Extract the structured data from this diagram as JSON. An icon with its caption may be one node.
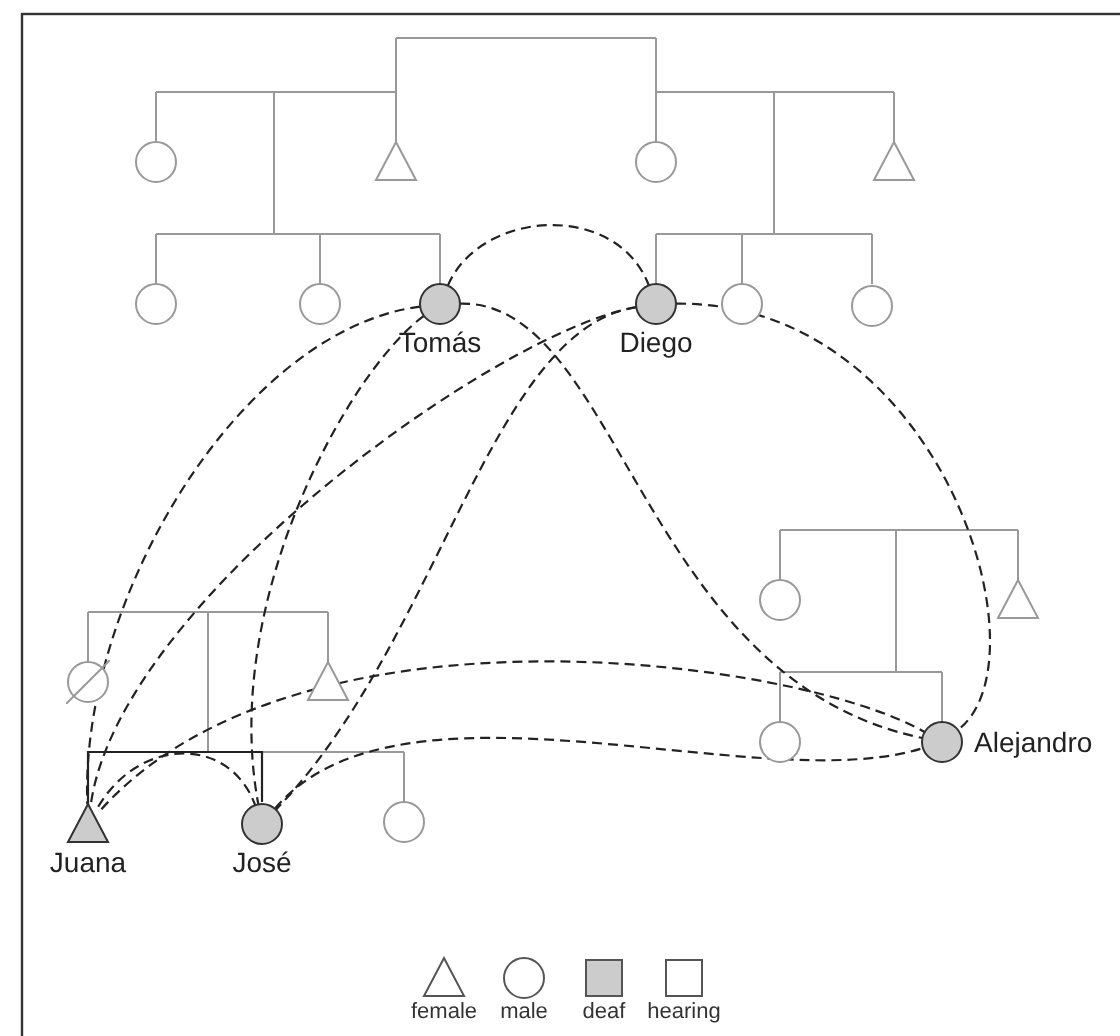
{
  "diagram": {
    "nodes": [
      {
        "text": [],
        "shape": "circle"
      },
      {
        "text": [],
        "shape": "triangle"
      },
      {
        "text": [],
        "shape": "circle"
      },
      {
        "text": [],
        "shape": "triangle"
      },
      {
        "text": [],
        "shape": "circle"
      },
      {
        "text": [],
        "shape": "circle"
      },
      {
        "text": [
          "Tomás"
        ]
      },
      {
        "text": [
          "Diego"
        ]
      },
      {
        "text": [],
        "shape": "circle"
      },
      {
        "text": [],
        "shape": "circle"
      },
      {
        "text": [],
        "shape": "circle"
      },
      {
        "text": [],
        "shape": "triangle"
      },
      {
        "text": [],
        "shape": "circle"
      },
      {
        "text": [],
        "shape": "triangle"
      },
      {
        "text": [],
        "shape": "circle"
      },
      {
        "text": [
          "Alejandro"
        ]
      },
      {
        "text": [
          "Juana"
        ]
      },
      {
        "text": [
          "José"
        ]
      },
      {
        "text": [],
        "shape": "circle"
      }
    ],
    "edges": [
      {
        "from": 6,
        "to": 7,
        "arrow": "none",
        "style": "dashed"
      },
      {
        "from": 6,
        "to": 15,
        "arrow": "none",
        "style": "dashed"
      },
      {
        "from": 7,
        "to": 15,
        "arrow": "none",
        "style": "dashed"
      },
      {
        "from": 6,
        "to": 16,
        "arrow": "none",
        "style": "dashed"
      },
      {
        "from": 6,
        "to": 17,
        "arrow": "none",
        "style": "dashed"
      },
      {
        "from": 7,
        "to": 16,
        "arrow": "none",
        "style": "dashed"
      },
      {
        "from": 7,
        "to": 17,
        "arrow": "none",
        "style": "dashed"
      },
      {
        "from": 16,
        "to": 17,
        "arrow": "none",
        "style": "dashed"
      },
      {
        "from": 16,
        "to": 15,
        "arrow": "none",
        "style": "dashed"
      },
      {
        "from": 17,
        "to": 15,
        "arrow": "none",
        "style": "dashed"
      },
      {
        "from": 16,
        "to": 17,
        "arrow": "none"
      }
    ],
    "legend": [
      {
        "text": "female"
      },
      {
        "text": "male"
      },
      {
        "text": "deaf",
        "color": "#cccccc"
      },
      {
        "text": "hearing",
        "color": "#ffffff"
      }
    ]
  }
}
